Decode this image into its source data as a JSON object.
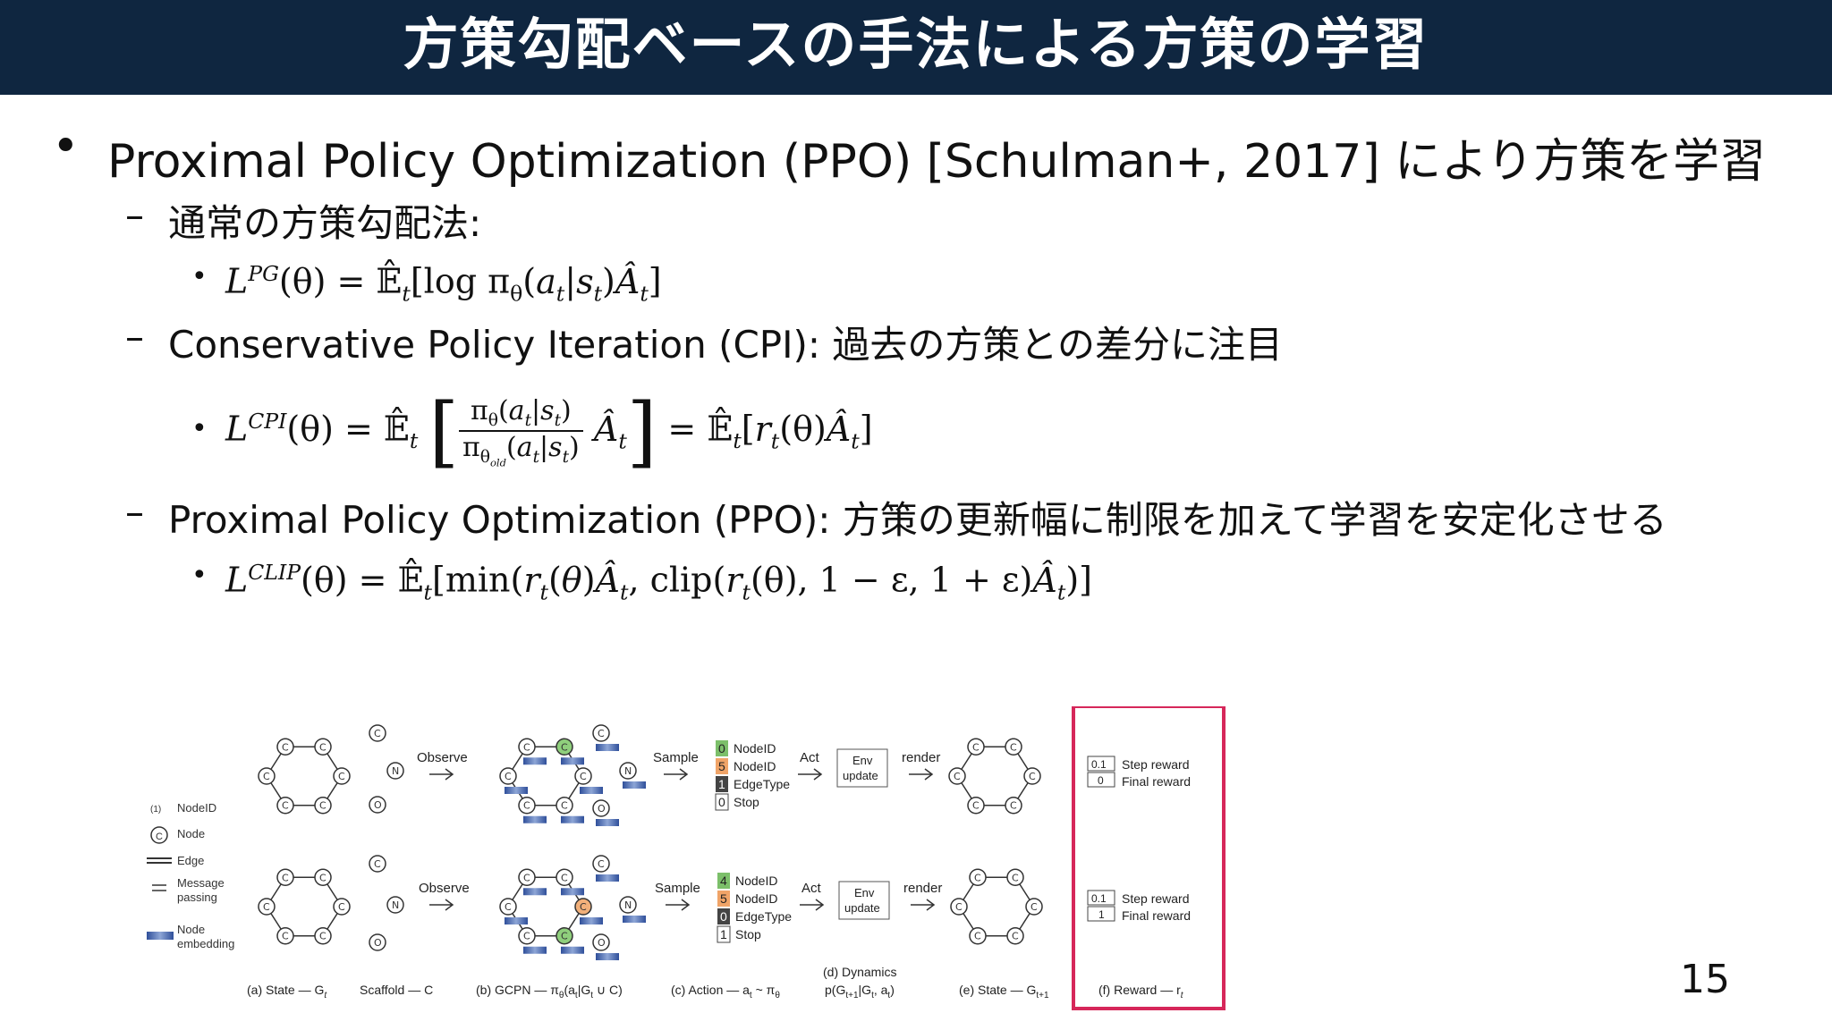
{
  "title": "方策勾配ベースの手法による方策の学習",
  "bullet1": "Proximal Policy Optimization (PPO) [Schulman+, 2017] により方策を学習",
  "sub1": "通常の方策勾配法:",
  "sub2": "Conservative Policy Iteration (CPI): 過去の方策との差分に注目",
  "sub3": "Proximal Policy Optimization (PPO): 方策の更新幅に制限を加えて学習を安定化させる",
  "figure": {
    "legend": {
      "nodeid_marker": "(1)",
      "nodeid": "NodeID",
      "node": "Node",
      "edge": "Edge",
      "message1": "Message",
      "message2": "passing",
      "embed1": "Node",
      "embed2": "embedding"
    },
    "atom": "C",
    "n_atom": "N",
    "o_atom": "O",
    "observe": "Observe",
    "sample": "Sample",
    "act": "Act",
    "render": "render",
    "env1": "Env",
    "env2": "update",
    "action_top": {
      "v1": "0",
      "l1": "NodeID",
      "v2": "5",
      "l2": "NodeID",
      "v3": "1",
      "l3": "EdgeType",
      "v4": "0",
      "l4": "Stop"
    },
    "action_bottom": {
      "v1": "4",
      "l1": "NodeID",
      "v2": "5",
      "l2": "NodeID",
      "v3": "0",
      "l3": "EdgeType",
      "v4": "1",
      "l4": "Stop"
    },
    "reward_top": {
      "v1": "0.1",
      "l1": "Step reward",
      "v2": "0",
      "l2": "Final reward"
    },
    "reward_bottom": {
      "v1": "0.1",
      "l1": "Step reward",
      "v2": "1",
      "l2": "Final reward"
    },
    "captions": {
      "a": "(a) State — G",
      "a_sub": "t",
      "scaffold": "Scaffold — C",
      "b": "(b) GCPN — π",
      "b_rest": "(a",
      "b_end": "|G",
      "b_tail": " ∪ C)",
      "c": "(c) Action — a",
      "c_rest": " ~ π",
      "d1": "(d) Dynamics",
      "d2": "p(G",
      "d2_rest": "|G",
      "d2_end": ", a",
      "e": "(e) State — G",
      "e_sub": "t+1",
      "f": "(f) Reward — r",
      "f_sub": "t"
    }
  },
  "page_number": "15"
}
